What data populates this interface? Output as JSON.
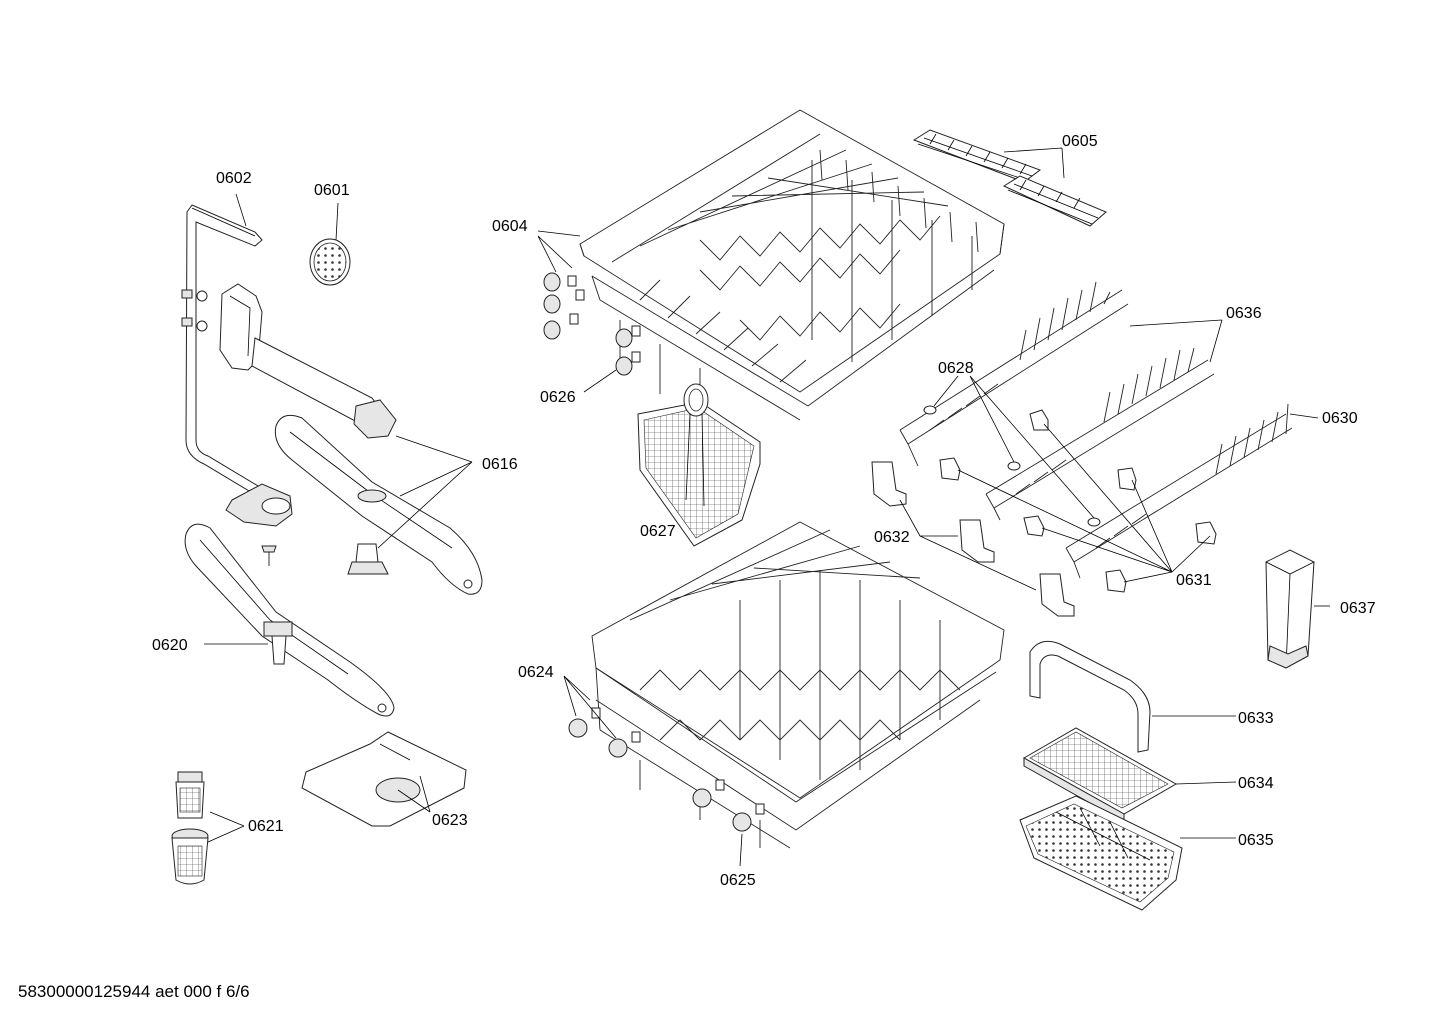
{
  "footer": {
    "code": "58300000125944 aet 000 f 6/6"
  },
  "labels": {
    "p0601": "0601",
    "p0602": "0602",
    "p0604": "0604",
    "p0605": "0605",
    "p0616": "0616",
    "p0620": "0620",
    "p0621": "0621",
    "p0623": "0623",
    "p0624": "0624",
    "p0625": "0625",
    "p0626": "0626",
    "p0627": "0627",
    "p0628": "0628",
    "p0630": "0630",
    "p0631": "0631",
    "p0632": "0632",
    "p0633": "0633",
    "p0634": "0634",
    "p0635": "0635",
    "p0636": "0636",
    "p0637": "0637"
  }
}
